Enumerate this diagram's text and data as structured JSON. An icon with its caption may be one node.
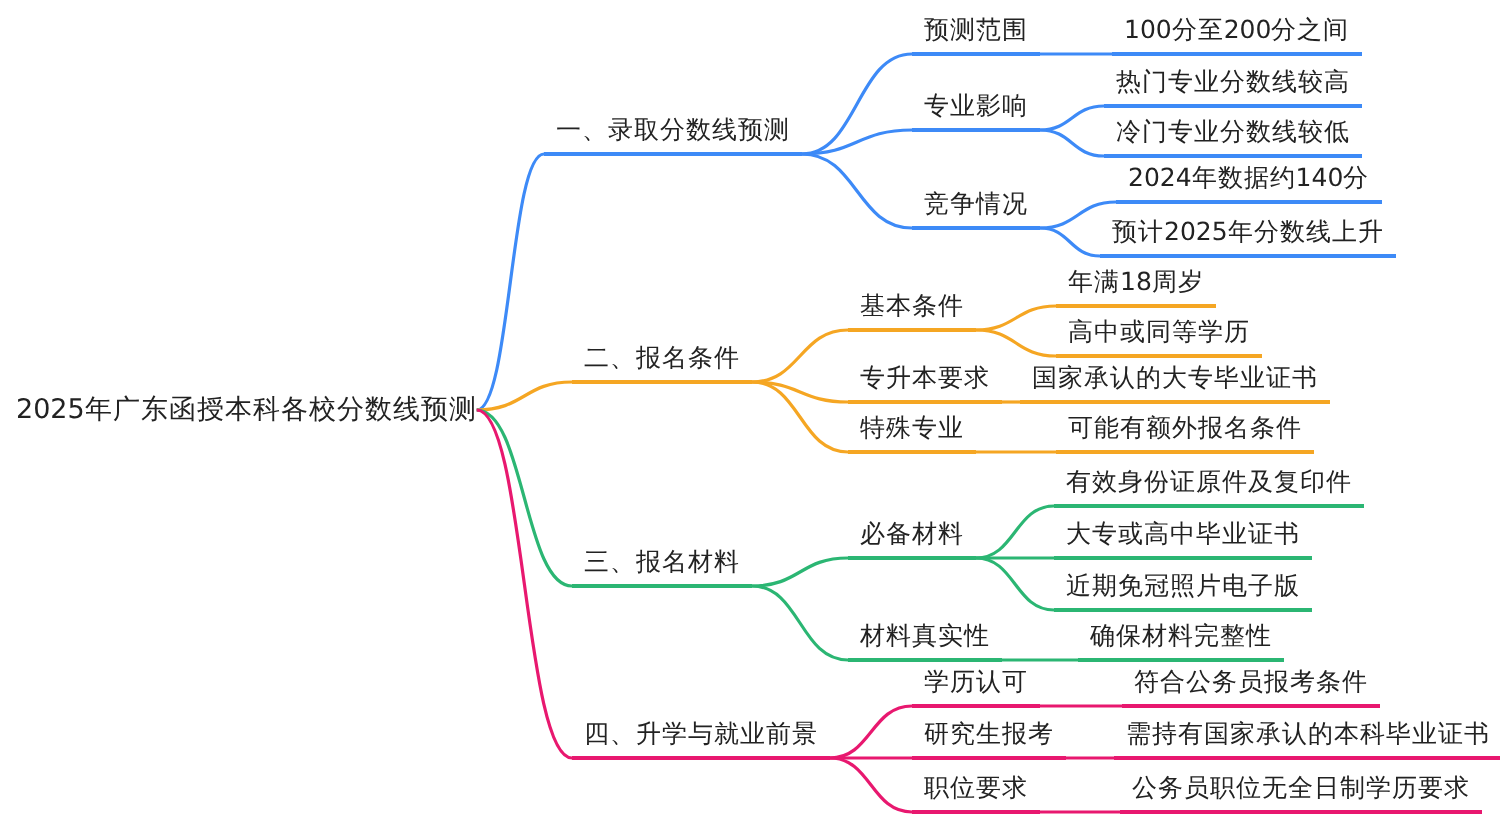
{
  "diagram": {
    "nodes": [
      {
        "text": [
          "2025年广东函授本科各校分数线预测"
        ]
      },
      {
        "text": [
          "一、录取分数线预测"
        ]
      },
      {
        "text": [
          "预测范围"
        ]
      },
      {
        "text": [
          "100分至200分之间"
        ]
      },
      {
        "text": [
          "专业影响"
        ]
      },
      {
        "text": [
          "热门专业分数线较高"
        ]
      },
      {
        "text": [
          "冷门专业分数线较低"
        ]
      },
      {
        "text": [
          "竞争情况"
        ]
      },
      {
        "text": [
          "2024年数据约140分"
        ]
      },
      {
        "text": [
          "预计2025年分数线上升"
        ]
      },
      {
        "text": [
          "二、报名条件"
        ]
      },
      {
        "text": [
          "基本条件"
        ]
      },
      {
        "text": [
          "年满18周岁"
        ]
      },
      {
        "text": [
          "高中或同等学历"
        ]
      },
      {
        "text": [
          "专升本要求"
        ]
      },
      {
        "text": [
          "国家承认的大专毕业证书"
        ]
      },
      {
        "text": [
          "特殊专业"
        ]
      },
      {
        "text": [
          "可能有额外报名条件"
        ]
      },
      {
        "text": [
          "三、报名材料"
        ]
      },
      {
        "text": [
          "必备材料"
        ]
      },
      {
        "text": [
          "有效身份证原件及复印件"
        ]
      },
      {
        "text": [
          "大专或高中毕业证书"
        ]
      },
      {
        "text": [
          "近期免冠照片电子版"
        ]
      },
      {
        "text": [
          "材料真实性"
        ]
      },
      {
        "text": [
          "确保材料完整性"
        ]
      },
      {
        "text": [
          "四、升学与就业前景"
        ]
      },
      {
        "text": [
          "学历认可"
        ]
      },
      {
        "text": [
          "符合公务员报考条件"
        ]
      },
      {
        "text": [
          "研究生报考"
        ]
      },
      {
        "text": [
          "需持有国家承认的本科毕业证书"
        ]
      },
      {
        "text": [
          "职位要求"
        ]
      },
      {
        "text": [
          "公务员职位无全日制学历要求"
        ]
      }
    ],
    "edges": [
      {
        "from": 0,
        "to": 1,
        "arrow": "none",
        "color": "#3d8af7"
      },
      {
        "from": 1,
        "to": 2,
        "arrow": "none",
        "color": "#3d8af7"
      },
      {
        "from": 2,
        "to": 3,
        "arrow": "none",
        "color": "#3d8af7"
      },
      {
        "from": 1,
        "to": 4,
        "arrow": "none",
        "color": "#3d8af7"
      },
      {
        "from": 4,
        "to": 5,
        "arrow": "none",
        "color": "#3d8af7"
      },
      {
        "from": 4,
        "to": 6,
        "arrow": "none",
        "color": "#3d8af7"
      },
      {
        "from": 1,
        "to": 7,
        "arrow": "none",
        "color": "#3d8af7"
      },
      {
        "from": 7,
        "to": 8,
        "arrow": "none",
        "color": "#3d8af7"
      },
      {
        "from": 7,
        "to": 9,
        "arrow": "none",
        "color": "#3d8af7"
      },
      {
        "from": 0,
        "to": 10,
        "arrow": "none",
        "color": "#f5a623"
      },
      {
        "from": 10,
        "to": 11,
        "arrow": "none",
        "color": "#f5a623"
      },
      {
        "from": 11,
        "to": 12,
        "arrow": "none",
        "color": "#f5a623"
      },
      {
        "from": 11,
        "to": 13,
        "arrow": "none",
        "color": "#f5a623"
      },
      {
        "from": 10,
        "to": 14,
        "arrow": "none",
        "color": "#f5a623"
      },
      {
        "from": 14,
        "to": 15,
        "arrow": "none",
        "color": "#f5a623"
      },
      {
        "from": 10,
        "to": 16,
        "arrow": "none",
        "color": "#f5a623"
      },
      {
        "from": 16,
        "to": 17,
        "arrow": "none",
        "color": "#f5a623"
      },
      {
        "from": 0,
        "to": 18,
        "arrow": "none",
        "color": "#2bb673"
      },
      {
        "from": 18,
        "to": 19,
        "arrow": "none",
        "color": "#2bb673"
      },
      {
        "from": 19,
        "to": 20,
        "arrow": "none",
        "color": "#2bb673"
      },
      {
        "from": 19,
        "to": 21,
        "arrow": "none",
        "color": "#2bb673"
      },
      {
        "from": 19,
        "to": 22,
        "arrow": "none",
        "color": "#2bb673"
      },
      {
        "from": 18,
        "to": 23,
        "arrow": "none",
        "color": "#2bb673"
      },
      {
        "from": 23,
        "to": 24,
        "arrow": "none",
        "color": "#2bb673"
      },
      {
        "from": 0,
        "to": 25,
        "arrow": "none",
        "color": "#e8186f"
      },
      {
        "from": 25,
        "to": 26,
        "arrow": "none",
        "color": "#e8186f"
      },
      {
        "from": 26,
        "to": 27,
        "arrow": "none",
        "color": "#e8186f"
      },
      {
        "from": 25,
        "to": 28,
        "arrow": "none",
        "color": "#e8186f"
      },
      {
        "from": 28,
        "to": 29,
        "arrow": "none",
        "color": "#e8186f"
      },
      {
        "from": 25,
        "to": 30,
        "arrow": "none",
        "color": "#e8186f"
      },
      {
        "from": 30,
        "to": 31,
        "arrow": "none",
        "color": "#e8186f"
      }
    ]
  }
}
